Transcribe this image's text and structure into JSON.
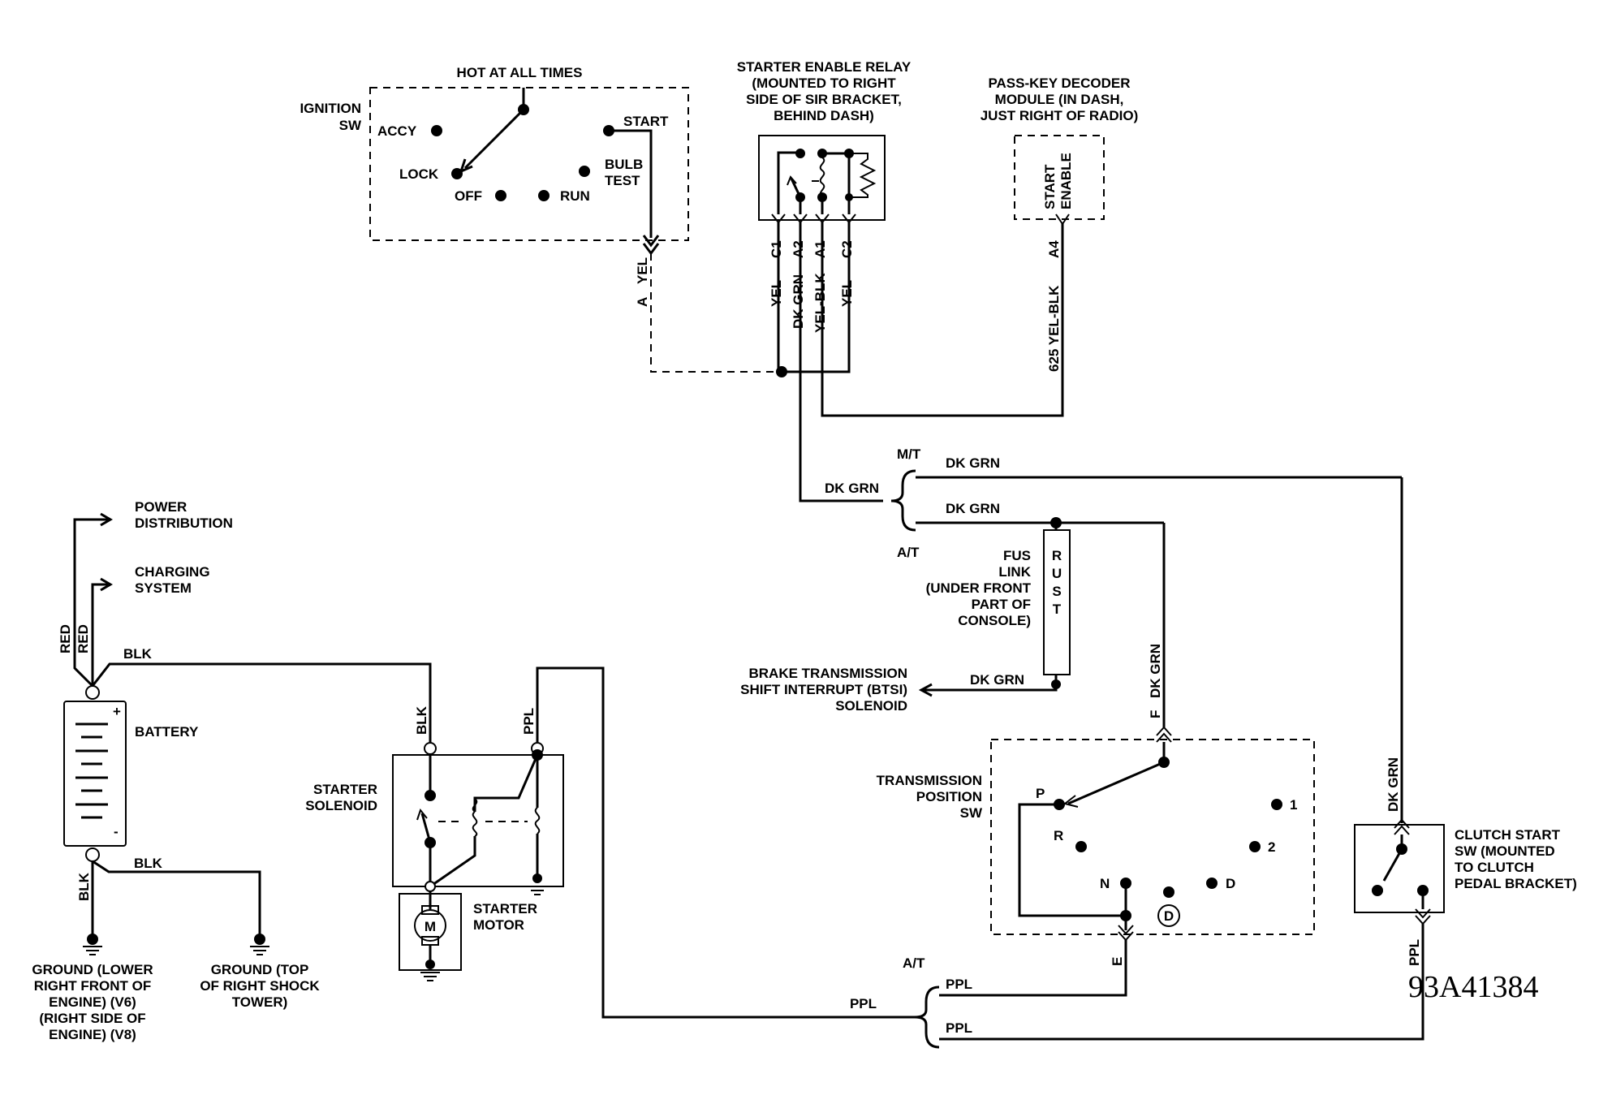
{
  "diagram_code": "93A41384",
  "ignition": {
    "title_line1": "IGNITION",
    "title_line2": "SW",
    "hot": "HOT AT ALL TIMES",
    "accy": "ACCY",
    "lock": "LOCK",
    "off": "OFF",
    "run": "RUN",
    "start": "START",
    "bulb_line1": "BULB",
    "bulb_line2": "TEST",
    "wire_color": "YEL",
    "pin": "A"
  },
  "relay": {
    "title_line1": "STARTER ENABLE RELAY",
    "title_line2": "(MOUNTED TO RIGHT",
    "title_line3": "SIDE OF SIR BRACKET,",
    "title_line4": "BEHIND DASH)",
    "pins": [
      {
        "pin": "C1",
        "color": "YEL"
      },
      {
        "pin": "A2",
        "color": "DK GRN"
      },
      {
        "pin": "A1",
        "color": "YEL-BLK"
      },
      {
        "pin": "C2",
        "color": "YEL"
      }
    ]
  },
  "passkey": {
    "title_line1": "PASS-KEY DECODER",
    "title_line2": "MODULE (IN DASH,",
    "title_line3": "JUST RIGHT OF RADIO)",
    "inner_line1": "START",
    "inner_line2": "ENABLE",
    "wire": "625 YEL-BLK",
    "pin": "A4"
  },
  "upper_branch": {
    "mt": "M/T",
    "at": "A/T",
    "left_wire": "DK GRN",
    "mt_wire": "DK GRN",
    "at_wire": "DK GRN"
  },
  "fusible_link": {
    "label_line1": "FUS",
    "label_line2": "LINK",
    "label_line3": "(UNDER FRONT",
    "label_line4": "PART OF",
    "label_line5": "CONSOLE)",
    "letters": [
      "R",
      "U",
      "S",
      "T"
    ]
  },
  "btsi": {
    "line1": "BRAKE TRANSMISSION",
    "line2": "SHIFT INTERRUPT (BTSI)",
    "line3": "SOLENOID",
    "wire": "DK GRN"
  },
  "trans_switch": {
    "label_line1": "TRANSMISSION",
    "label_line2": "POSITION",
    "label_line3": "SW",
    "in_wire": "DK GRN",
    "in_pin": "F",
    "out_pin": "E",
    "positions": {
      "p": "P",
      "r": "R",
      "n": "N",
      "d": "D",
      "two": "2",
      "one": "1",
      "dcirc": "D"
    }
  },
  "clutch": {
    "label_line1": "CLUTCH START",
    "label_line2": "SW (MOUNTED",
    "label_line3": "TO CLUTCH",
    "label_line4": "PEDAL BRACKET)",
    "in_wire": "DK GRN",
    "out_wire": "PPL"
  },
  "battery": {
    "label": "BATTERY",
    "plus": "+",
    "minus": "-",
    "power_line1": "POWER",
    "power_line2": "DISTRIBUTION",
    "charging_line1": "CHARGING",
    "charging_line2": "SYSTEM",
    "red1": "RED",
    "red2": "RED",
    "blk_top": "BLK",
    "blk_down": "BLK",
    "blk_right": "BLK"
  },
  "grounds": {
    "left_line1": "GROUND (LOWER",
    "left_line2": "RIGHT FRONT OF",
    "left_line3": "ENGINE) (V6)",
    "left_line4": "(RIGHT SIDE OF",
    "left_line5": "ENGINE) (V8)",
    "right_line1": "GROUND (TOP",
    "right_line2": "OF RIGHT SHOCK",
    "right_line3": "TOWER)"
  },
  "starter": {
    "solenoid_line1": "STARTER",
    "solenoid_line2": "SOLENOID",
    "motor_line1": "STARTER",
    "motor_line2": "MOTOR",
    "motor_symbol": "M",
    "blk": "BLK",
    "ppl": "PPL"
  },
  "lower_branch": {
    "at": "A/T",
    "top_wire": "PPL",
    "bottom_wire": "PPL",
    "left_wire": "PPL"
  }
}
